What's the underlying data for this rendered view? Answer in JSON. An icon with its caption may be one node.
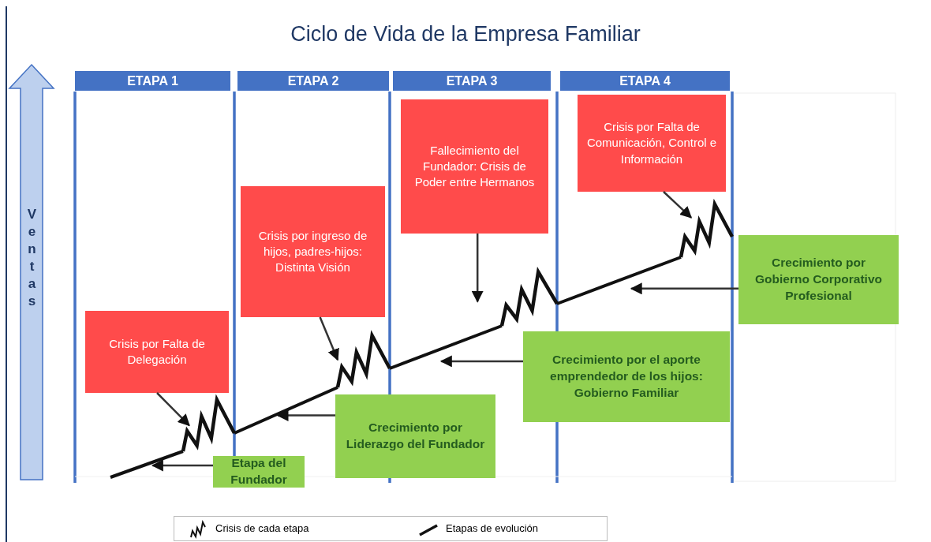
{
  "diagram": {
    "title": "Ciclo de Vida de la Empresa Familiar",
    "nodes": [
      {
        "text": [
          "ETAPA 1"
        ]
      },
      {
        "text": [
          "ETAPA 2"
        ]
      },
      {
        "text": [
          "ETAPA 3"
        ]
      },
      {
        "text": [
          "ETAPA 4"
        ]
      },
      {
        "text": [
          "Crisis por Falta de Delegación"
        ]
      },
      {
        "text": [
          "Crisis por ingreso de hijos, padres-hijos: Distinta Visión"
        ]
      },
      {
        "text": [
          "Fallecimiento del Fundador: Crisis de Poder entre Hermanos"
        ]
      },
      {
        "text": [
          "Crisis por Falta de Comunicación, Control e Información"
        ]
      },
      {
        "text": [
          "Etapa del Fundador"
        ]
      },
      {
        "text": [
          "Crecimiento por Liderazgo del Fundador"
        ]
      },
      {
        "text": [
          "Crecimiento por el aporte emprendedor de los hijos: Gobierno Familiar"
        ]
      },
      {
        "text": [
          "Crecimiento por Gobierno Corporativo Profesional"
        ]
      },
      {
        "text": [],
        "shape": "zigzag"
      },
      {
        "text": [],
        "shape": "zigzag"
      },
      {
        "text": [],
        "shape": "zigzag"
      },
      {
        "text": [],
        "shape": "zigzag"
      },
      {
        "text": [],
        "shape": "line"
      },
      {
        "text": [],
        "shape": "line"
      },
      {
        "text": [],
        "shape": "line"
      },
      {
        "text": [],
        "shape": "line"
      }
    ],
    "edges": [
      {
        "from": 4,
        "to": 12,
        "arrow": "to"
      },
      {
        "from": 5,
        "to": 13,
        "arrow": "to"
      },
      {
        "from": 6,
        "to": 14,
        "arrow": "to"
      },
      {
        "from": 7,
        "to": 15,
        "arrow": "to"
      },
      {
        "from": 8,
        "to": 16,
        "arrow": "to"
      },
      {
        "from": 9,
        "to": 17,
        "arrow": "to"
      },
      {
        "from": 10,
        "to": 18,
        "arrow": "to"
      },
      {
        "from": 11,
        "to": 19,
        "arrow": "to"
      }
    ],
    "labels": [
      "Ventas"
    ],
    "legend": [
      {
        "text": "Crisis de cada etapa"
      },
      {
        "text": "Etapas de evolución"
      }
    ]
  }
}
